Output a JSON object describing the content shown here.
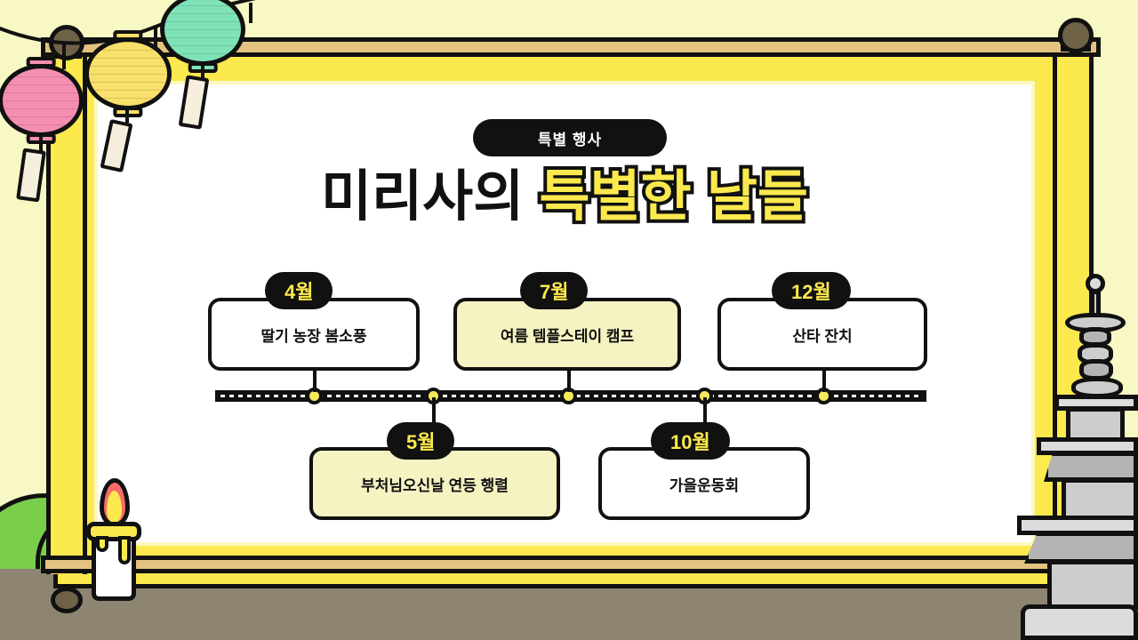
{
  "badge": {
    "label": "특별 행사"
  },
  "title": {
    "plain": "미리사의",
    "highlight": "특별한 날들"
  },
  "timeline": {
    "events": [
      {
        "month": "4월",
        "text": "딸기 농장 봄소풍",
        "position": "top",
        "tinted": false
      },
      {
        "month": "5월",
        "text": "부처님오신날 연등 행렬",
        "position": "bottom",
        "tinted": true
      },
      {
        "month": "7월",
        "text": "여름 템플스테이 캠프",
        "position": "top",
        "tinted": true
      },
      {
        "month": "10월",
        "text": "가을운동회",
        "position": "bottom",
        "tinted": false
      },
      {
        "month": "12월",
        "text": "산타 잔치",
        "position": "top",
        "tinted": false
      }
    ]
  },
  "decor": {
    "lanterns": [
      {
        "name": "pink-lantern",
        "color": "#f58fb0"
      },
      {
        "name": "yellow-lantern",
        "color": "#f9e06a"
      },
      {
        "name": "mint-lantern",
        "color": "#7fe3b8"
      }
    ],
    "candle": {
      "name": "candle",
      "flame_color": "#fa6a6a",
      "wax_color": "#ffffff"
    },
    "pagoda": {
      "name": "stone-pagoda",
      "color": "#cdcdcd"
    },
    "bush": {
      "name": "bush",
      "color": "#7ace4a"
    },
    "frame": {
      "accent": "#fbe94e",
      "beam": "#e3c37f",
      "ground": "#8d8472"
    }
  }
}
